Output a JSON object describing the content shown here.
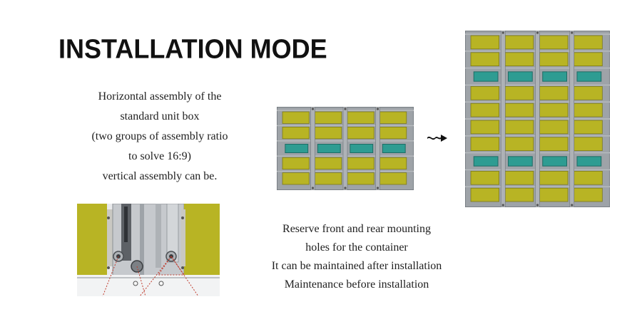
{
  "page": {
    "title": "INSTALLATION MODE"
  },
  "horizontal_description": {
    "lines": [
      "Horizontal assembly of the",
      "standard unit box",
      "(two groups of assembly ratio",
      "to solve 16:9)",
      "vertical assembly can be."
    ]
  },
  "mounting_description": {
    "lines": [
      "Reserve front and rear mounting",
      "holes for the container",
      "It can be maintained after installation",
      "Maintenance before installation"
    ]
  },
  "colors": {
    "frame": "#9ea3a8",
    "frame_dark": "#6f757b",
    "module": "#b8b424",
    "module_edge": "#7d7a18",
    "receiver": "#2e9c92",
    "background": "#ffffff",
    "title": "#111111",
    "marker": "#c0392b"
  },
  "illustrations": {
    "small_cabinet": {
      "columns": 4,
      "rows": 5,
      "receiver_row": 3
    },
    "large_cabinet": {
      "columns": 4,
      "rows": 10,
      "receiver_rows": [
        3,
        8
      ]
    }
  }
}
